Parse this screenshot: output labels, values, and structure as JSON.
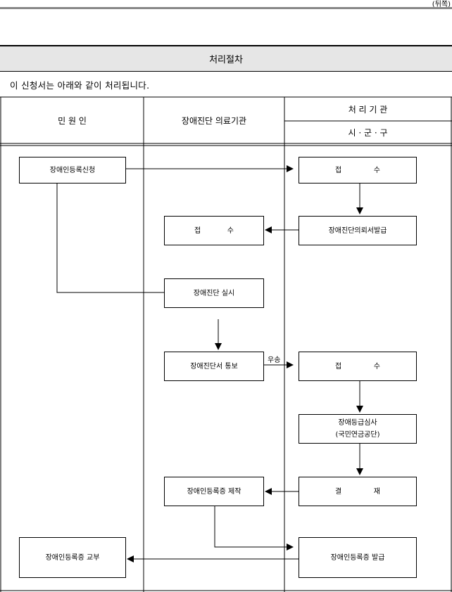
{
  "page": {
    "back_label": "(뒤쪽)",
    "section_title": "처리절차",
    "intro": "이 신청서는 아래와 같이 처리됩니다."
  },
  "columns": {
    "applicant": "민 원 인",
    "hospital": "장애진단 의료기관",
    "agency": "처 리 기 관",
    "agency_sub": "시 · 군 · 구"
  },
  "steps": {
    "apply": "장애인등록신청",
    "receive1": [
      "접",
      "수"
    ],
    "issue_request": "장애진단의뢰서발급",
    "receive2": [
      "접",
      "수"
    ],
    "diagnosis": "장애진단 실시",
    "report": "장애진단서 통보",
    "mail_label": "우송",
    "receive3": [
      "접",
      "수"
    ],
    "grade_review": "장애등급심사",
    "grade_review_org": "(국민연금공단)",
    "approve": [
      "결",
      "재"
    ],
    "card_make": "장애인등록증 제작",
    "card_issue": "장애인등록증 발급",
    "card_deliver": "장애인등록증 교부"
  }
}
